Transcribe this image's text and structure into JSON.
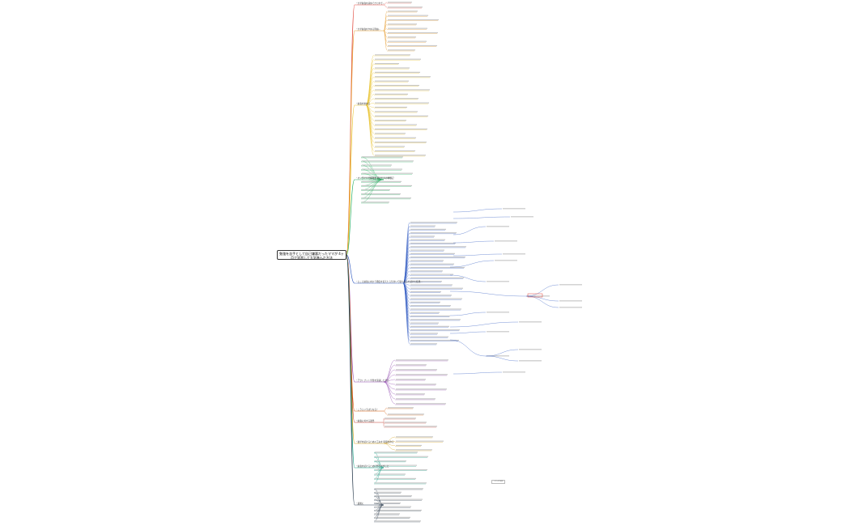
{
  "root_title": "勉強を苦手として自己嫌悪だったママが 4ヶ月で学習して大学進んだ方法",
  "branches": [
    {
      "label": "・大学勉強を諦めてきた中で…",
      "color": "#e0473b"
    },
    {
      "label": "・大学勉強をやめる理由…",
      "color": "#e59a2a"
    },
    {
      "label": "・勉強を始める",
      "color": "#e8c12b"
    },
    {
      "label": "・オンラインで勉強を 続けた人の体験記",
      "color": "#27ae60"
    },
    {
      "label": "・ところ勉強に向かう態度を変えたら気付いて取り組みを続けた結果…",
      "color": "#3a62c4"
    },
    {
      "label": "・アウトプット学習を意識した学び",
      "color": "#8e44ad"
    },
    {
      "label": "・こうしいうぼりなる？",
      "color": "#d35400"
    },
    {
      "label": "・勉強に対する姿勢",
      "color": "#c0392b"
    },
    {
      "label": "・独学を続けるための工夫を 時間を作る",
      "color": "#d4a017"
    },
    {
      "label": "・勉強を続けるために行うべきこと",
      "color": "#16a085"
    },
    {
      "label": "・最後に",
      "color": "#2c3e50"
    }
  ],
  "floating_tag": "トピックを追加",
  "colors": {
    "line_default": "#666666",
    "root_border": "#333333"
  }
}
